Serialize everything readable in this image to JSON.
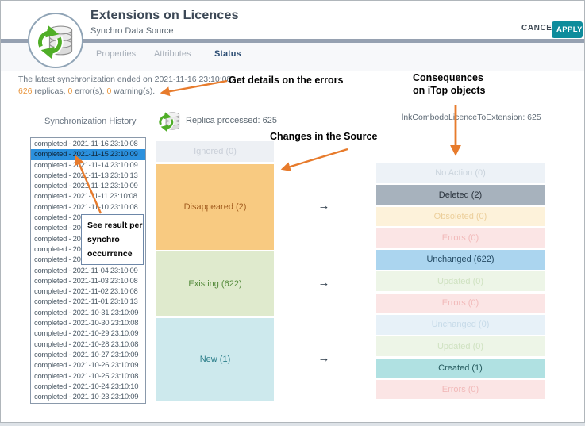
{
  "page": {
    "title": "Extensions on Licences",
    "subtitle": "Synchro Data Source"
  },
  "header": {
    "cancel_label": "CANCEL",
    "apply_label": "APPLY",
    "tabs": [
      {
        "label": "Properties",
        "active": false
      },
      {
        "label": "Attributes",
        "active": false
      },
      {
        "label": "Status",
        "active": true
      }
    ]
  },
  "summary": {
    "line1": "The latest synchronization ended on 2021-11-16 23:10:08.",
    "replicas_count": "626",
    "replicas_text": " replicas, ",
    "errors_count": "0",
    "errors_text": " error(s), ",
    "warnings_count": "0",
    "warnings_text": " warning(s)."
  },
  "history": {
    "label": "Synchronization History",
    "items": [
      {
        "text": "completed - 2021-11-16 23:10:08",
        "selected": false
      },
      {
        "text": "completed - 2021-11-15 23:10:09",
        "selected": true
      },
      {
        "text": "completed - 2021-11-14 23:10:09",
        "selected": false
      },
      {
        "text": "completed - 2021-11-13 23:10:13",
        "selected": false
      },
      {
        "text": "completed - 2021-11-12 23:10:09",
        "selected": false
      },
      {
        "text": "completed - 2021-11-11 23:10:08",
        "selected": false
      },
      {
        "text": "completed - 2021-11-10 23:10:08",
        "selected": false
      },
      {
        "text": "completed - 2021-11-09 23:10:08",
        "selected": false
      },
      {
        "text": "completed - 2021-11-08 23:10:08",
        "selected": false
      },
      {
        "text": "completed - 2021-11-07 23:10:09",
        "selected": false
      },
      {
        "text": "completed - 2021-11-06 23:10:09",
        "selected": false
      },
      {
        "text": "completed - 2021-11-05 23:10:08",
        "selected": false
      },
      {
        "text": "completed - 2021-11-04 23:10:09",
        "selected": false
      },
      {
        "text": "completed - 2021-11-03 23:10:08",
        "selected": false
      },
      {
        "text": "completed - 2021-11-02 23:10:08",
        "selected": false
      },
      {
        "text": "completed - 2021-11-01 23:10:13",
        "selected": false
      },
      {
        "text": "completed - 2021-10-31 23:10:09",
        "selected": false
      },
      {
        "text": "completed - 2021-10-30 23:10:08",
        "selected": false
      },
      {
        "text": "completed - 2021-10-29 23:10:09",
        "selected": false
      },
      {
        "text": "completed - 2021-10-28 23:10:08",
        "selected": false
      },
      {
        "text": "completed - 2021-10-27 23:10:09",
        "selected": false
      },
      {
        "text": "completed - 2021-10-26 23:10:09",
        "selected": false
      },
      {
        "text": "completed - 2021-10-25 23:10:08",
        "selected": false
      },
      {
        "text": "completed - 2021-10-24 23:10:10",
        "selected": false
      },
      {
        "text": "completed - 2021-10-23 23:10:09",
        "selected": false
      }
    ]
  },
  "replica_processed": {
    "label": "Replica processed: 625"
  },
  "target_header": {
    "label": "lnkCombodoLicenceToExtension: 625"
  },
  "source_blocks": [
    {
      "label": "Ignored (0)",
      "variant": "ignored"
    },
    {
      "label": "Disappeared (2)",
      "variant": "disappeared"
    },
    {
      "label": "Existing (622)",
      "variant": "existing"
    },
    {
      "label": "New (1)",
      "variant": "new"
    }
  ],
  "flow_arrows": [
    "→",
    "→",
    "→"
  ],
  "target_rows": [
    {
      "label": "No Action (0)",
      "variant": "noaction"
    },
    {
      "label": "Deleted (2)",
      "variant": "deleted"
    },
    {
      "label": "Obsoleted (0)",
      "variant": "obsoleted"
    },
    {
      "label": "Errors (0)",
      "variant": "errors"
    },
    {
      "label": "Unchanged (622)",
      "variant": "unchanged-hot"
    },
    {
      "label": "Updated (0)",
      "variant": "updated"
    },
    {
      "label": "Errors (0)",
      "variant": "errors"
    },
    {
      "label": "Unchanged (0)",
      "variant": "unchanged-cold"
    },
    {
      "label": "Updated (0)",
      "variant": "updated"
    },
    {
      "label": "Created (1)",
      "variant": "created"
    },
    {
      "label": "Errors (0)",
      "variant": "errors"
    }
  ],
  "annotations": {
    "get_details": "Get details on the errors",
    "consequences_line1": "Consequences",
    "consequences_line2": "on iTop objects",
    "changes": "Changes in the Source",
    "see_result_line1": "See result per",
    "see_result_line2": "synchro",
    "see_result_line3": "occurrence"
  },
  "colors": {
    "accent_teal": "#0e8c9c",
    "annotation_arrow_orange": "#e77b2c",
    "highlight_orange": "#e9963e",
    "selected_row_blue": "#2b90dd",
    "divider_bar": "#96a1b1"
  }
}
